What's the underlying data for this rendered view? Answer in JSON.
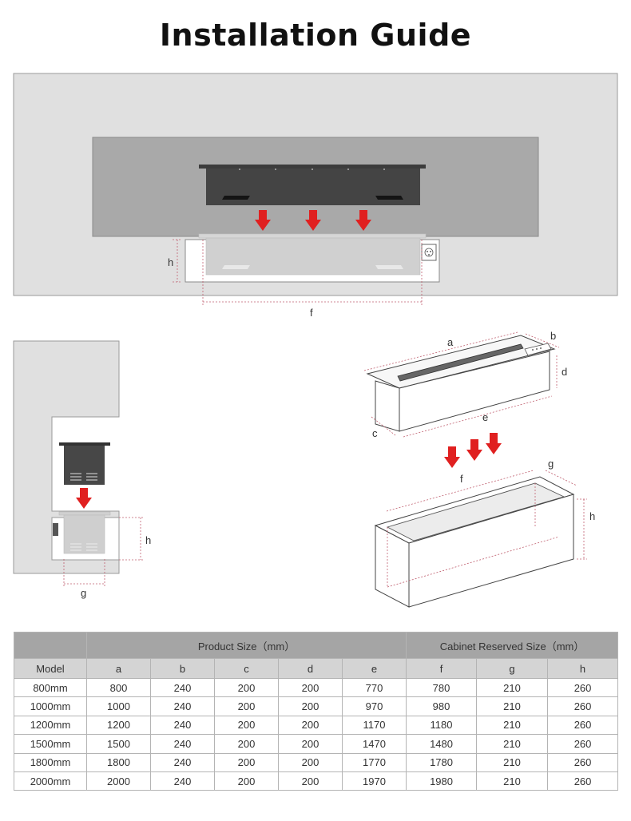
{
  "title": "Installation Guide",
  "labels": {
    "front_h": "h",
    "front_f": "f",
    "side_h": "h",
    "side_g": "g",
    "iso_a": "a",
    "iso_b": "b",
    "iso_c": "c",
    "iso_d": "d",
    "iso_e": "e",
    "iso_f": "f",
    "iso_g": "g",
    "iso_h": "h"
  },
  "colors": {
    "arrow": "#e02020",
    "dimension_line": "#c06070",
    "wall": "#e0e0e0",
    "recess": "#a9a9a9",
    "table_group_header": "#a5a5a5",
    "table_column_header": "#d4d4d4"
  },
  "table": {
    "group_headers": {
      "product": "Product Size（mm）",
      "cabinet": "Cabinet Reserved Size（mm）"
    },
    "columns": [
      "Model",
      "a",
      "b",
      "c",
      "d",
      "e",
      "f",
      "g",
      "h"
    ],
    "rows": [
      [
        "800mm",
        "800",
        "240",
        "200",
        "200",
        "770",
        "780",
        "210",
        "260"
      ],
      [
        "1000mm",
        "1000",
        "240",
        "200",
        "200",
        "970",
        "980",
        "210",
        "260"
      ],
      [
        "1200mm",
        "1200",
        "240",
        "200",
        "200",
        "1170",
        "1180",
        "210",
        "260"
      ],
      [
        "1500mm",
        "1500",
        "240",
        "200",
        "200",
        "1470",
        "1480",
        "210",
        "260"
      ],
      [
        "1800mm",
        "1800",
        "240",
        "200",
        "200",
        "1770",
        "1780",
        "210",
        "260"
      ],
      [
        "2000mm",
        "2000",
        "240",
        "200",
        "200",
        "1970",
        "1980",
        "210",
        "260"
      ]
    ]
  }
}
